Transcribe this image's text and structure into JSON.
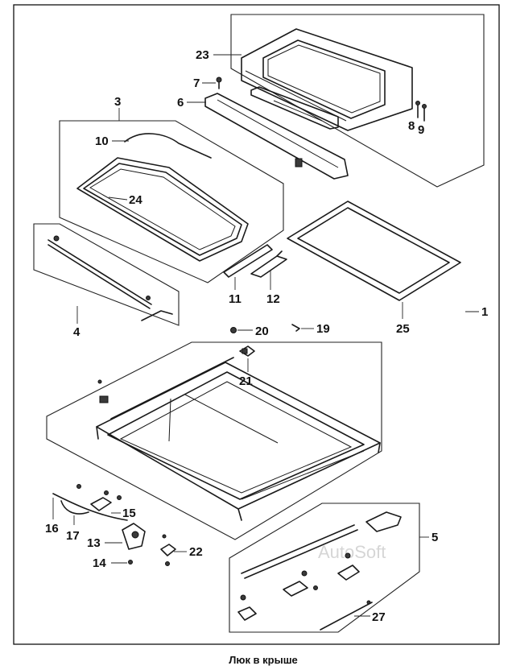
{
  "caption": "Люк в крыше",
  "watermark": "AutoSoft",
  "callouts": {
    "c1": "1",
    "c3": "3",
    "c4": "4",
    "c5": "5",
    "c6": "6",
    "c7": "7",
    "c8": "8",
    "c9": "9",
    "c10": "10",
    "c11": "11",
    "c12": "12",
    "c13": "13",
    "c14": "14",
    "c15": "15",
    "c16": "16",
    "c17": "17",
    "c19": "19",
    "c20": "20",
    "c21": "21",
    "c22": "22",
    "c23": "23",
    "c24": "24",
    "c25": "25",
    "c27": "27"
  }
}
